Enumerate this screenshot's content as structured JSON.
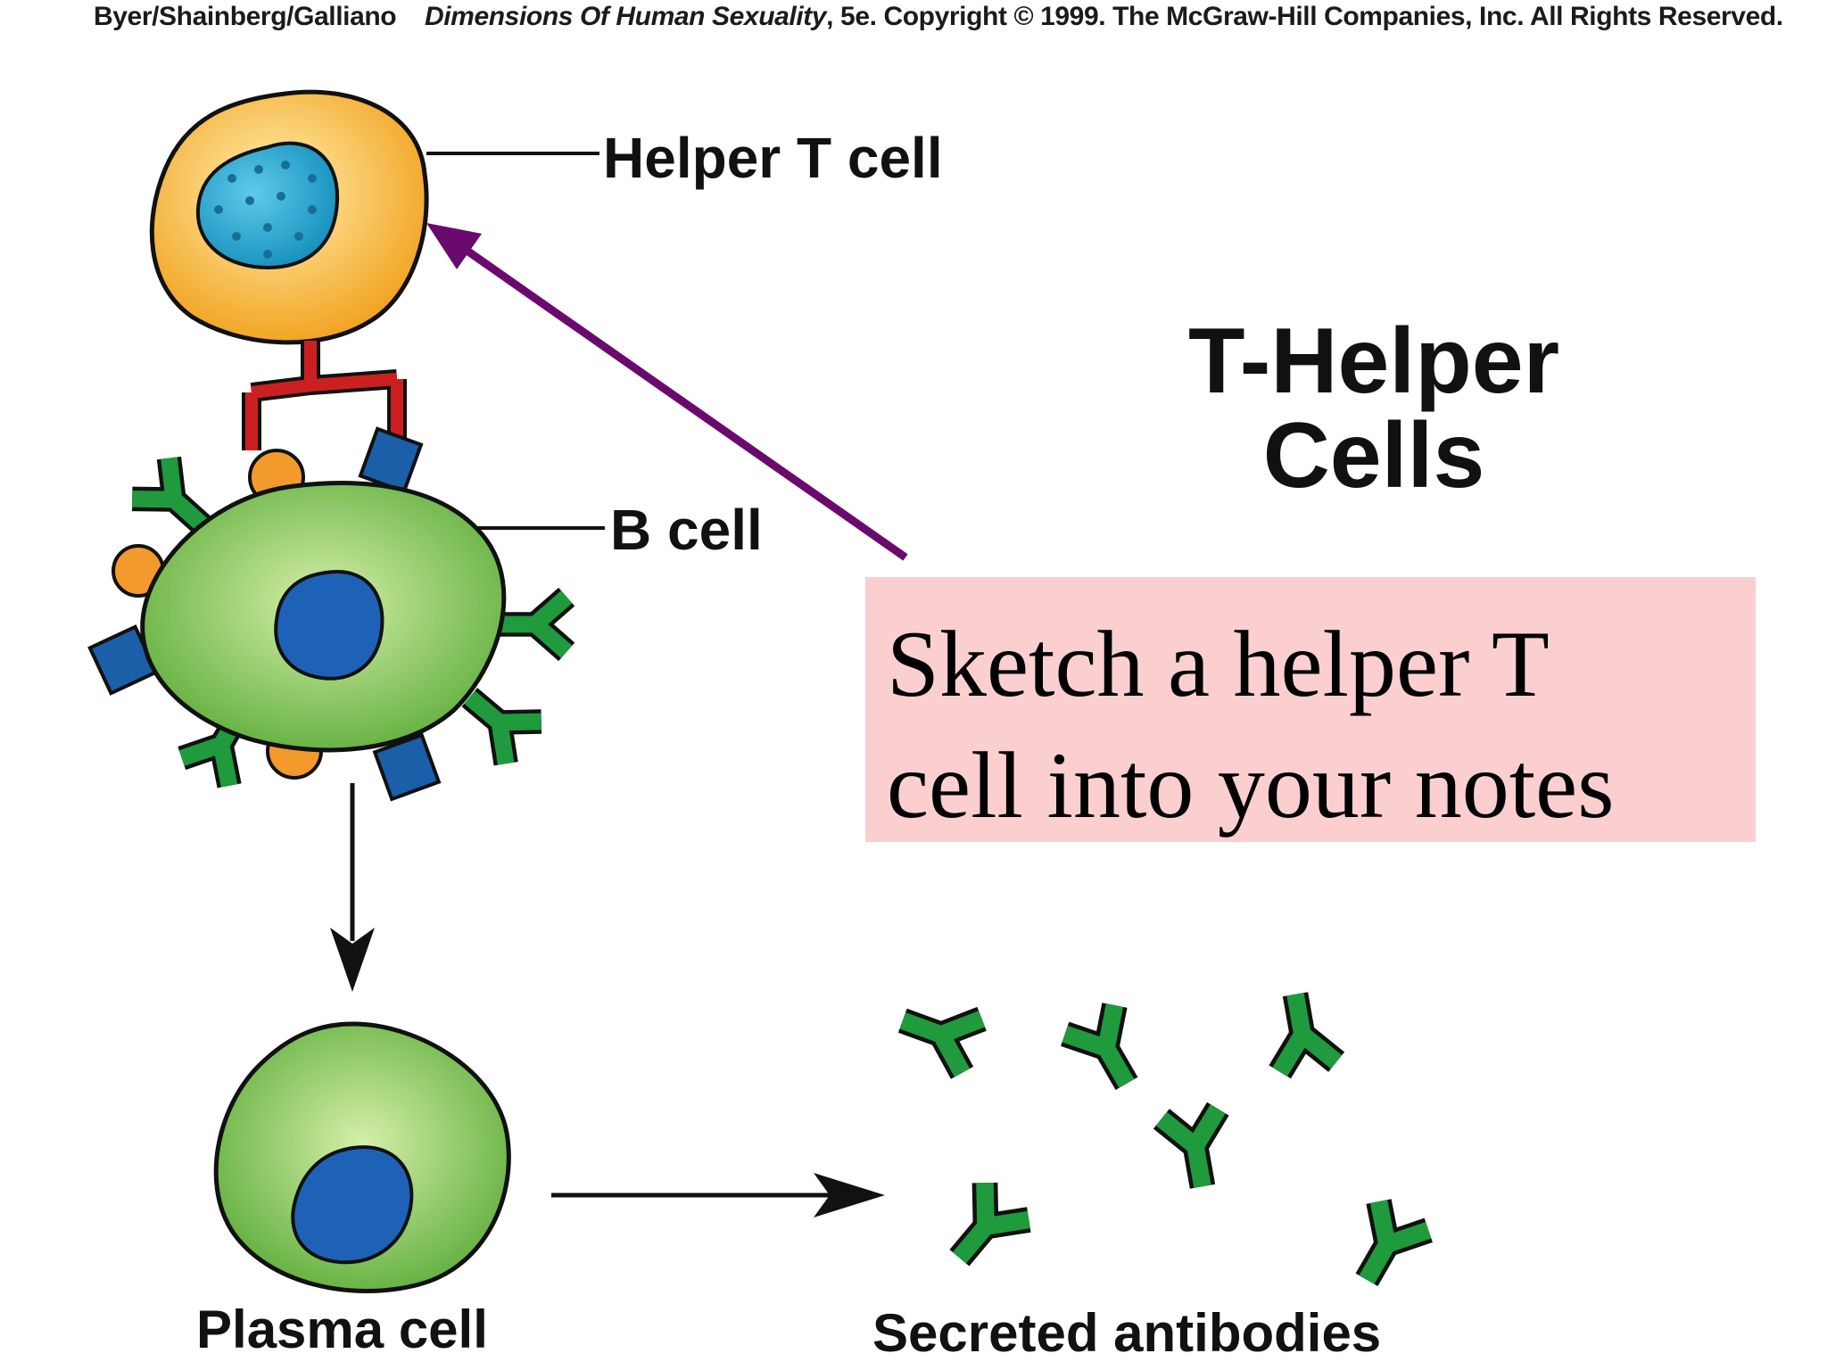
{
  "credit": {
    "authors": "Byer/Shainberg/Galliano",
    "book": "Dimensions Of Human Sexuality",
    "rest": ", 5e. Copyright © 1999. The McGraw-Hill Companies, Inc. All Rights Reserved."
  },
  "labels": {
    "helper_t_cell": "Helper T cell",
    "b_cell": "B cell",
    "plasma_cell": "Plasma cell",
    "secreted_antibodies": "Secreted antibodies"
  },
  "title": {
    "line1": "T-Helper",
    "line2": "Cells"
  },
  "note": {
    "line1": "Sketch a helper T",
    "line2": "cell into your notes",
    "background": "#fbcfd0"
  },
  "colors": {
    "helper_t_cell_fill": "#f7b53a",
    "cell_nucleus_t": "#1f9fc8",
    "b_cell_fill": "#8fcf5c",
    "nucleus_blue": "#1e62b8",
    "antibody_green": "#1f9a3c",
    "receptor_red": "#cc2020",
    "antigen_orange": "#f39a2c",
    "antigen_square_blue": "#1a5fa8",
    "pointer_arrow": "#6a0a6e"
  }
}
